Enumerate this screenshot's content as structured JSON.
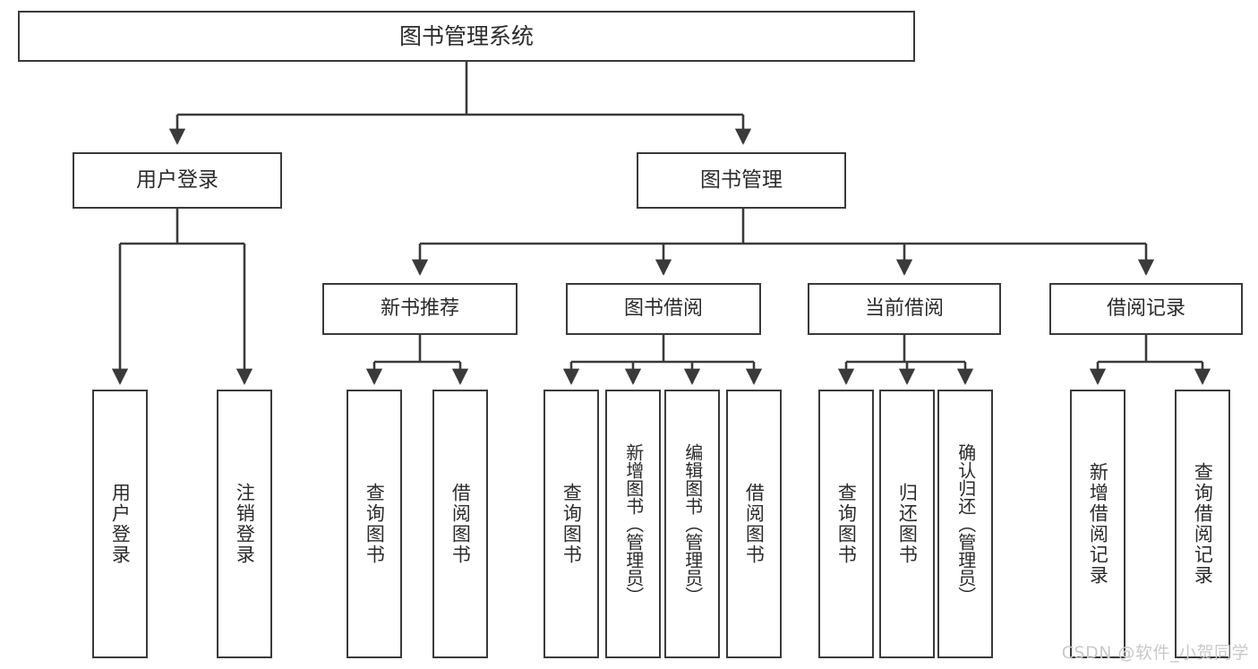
{
  "diagram": {
    "title": "图书管理系统",
    "type": "tree",
    "watermark": "CSDN @软件_小贺同学",
    "levels": {
      "root": {
        "label": "图书管理系统"
      },
      "level2": [
        {
          "label": "用户登录"
        },
        {
          "label": "图书管理"
        }
      ],
      "level3": [
        {
          "label": "新书推荐"
        },
        {
          "label": "图书借阅"
        },
        {
          "label": "当前借阅"
        },
        {
          "label": "借阅记录"
        }
      ],
      "leaves": {
        "user_login": [
          {
            "label": "用户登录"
          },
          {
            "label": "注销登录"
          }
        ],
        "new_book_recommend": [
          {
            "label": "查询图书"
          },
          {
            "label": "借阅图书"
          }
        ],
        "book_borrow": [
          {
            "label": "查询图书"
          },
          {
            "label": "新增图书（管理员）"
          },
          {
            "label": "编辑图书（管理员）"
          },
          {
            "label": "借阅图书"
          }
        ],
        "current_borrow": [
          {
            "label": "查询图书"
          },
          {
            "label": "归还图书"
          },
          {
            "label": "确认归还（管理员）"
          }
        ],
        "borrow_record": [
          {
            "label": "新增借阅记录"
          },
          {
            "label": "查询借阅记录"
          }
        ]
      }
    },
    "colors": {
      "stroke": "#3a3a3a",
      "text": "#2b2b2b",
      "background": "#ffffff",
      "watermark": "#c9c9c9"
    }
  }
}
